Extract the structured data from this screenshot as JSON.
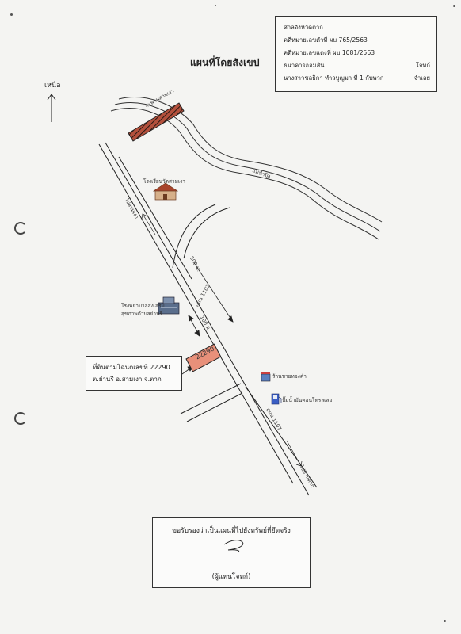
{
  "case_info": {
    "court": "ศาลจังหวัดตาก",
    "black_case_label": "คดีหมายเลขดำที่ ผบ",
    "black_case_no": "765/2563",
    "red_case_label": "คดีหมายเลขแดงที่ ผบ",
    "red_case_no": "1081/2563",
    "plaintiff_name": "ธนาคารออมสิน",
    "plaintiff_role": "โจทก์",
    "defendant_name": "นางสาวชลธิกา ทำวบุญมา ที่ 1 กับพวก",
    "defendant_role": "จำเลย"
  },
  "title": "แผนที่โดยสังเขป",
  "north_label": "เหนือ",
  "map_labels": {
    "bridge": "สะพานสามเงา",
    "river": "แม่น้ำปิง",
    "school": "โรงเรียนวัดสามเงา",
    "to_sam_ngao": "ไปสามเงา",
    "distance_500": "500 ม.",
    "road_1107_a": "ถนน 1107",
    "hospital_line1": "โรงพยาบาลส่งเสริม",
    "hospital_line2": "สุขภาพตำบลย่านรี",
    "distance_100": "100 ม.",
    "parcel_no": "22290",
    "gold_shop": "ร้านขายทองคำ",
    "gas_station": "ปั๊มน้ำมันคอนโทรลเลอ",
    "road_1107_b": "ถนน 1107",
    "to_ban_tak": "ไปบ้านตาก"
  },
  "parcel_info": {
    "deed": "ที่ดินตามโฉนดเลขที่ 22290",
    "location": "ต.ย่านรี อ.สามเงา จ.ตาก"
  },
  "certification": {
    "statement": "ขอรับรองว่าเป็นแผนที่ไปยังทรัพย์ที่ยึดจริง",
    "signer": "(ผู้แทนโจทก์)"
  },
  "colors": {
    "parcel_fill": "#e8907a",
    "bridge_fill": "#b3503c",
    "ink": "#2a2a2a"
  }
}
